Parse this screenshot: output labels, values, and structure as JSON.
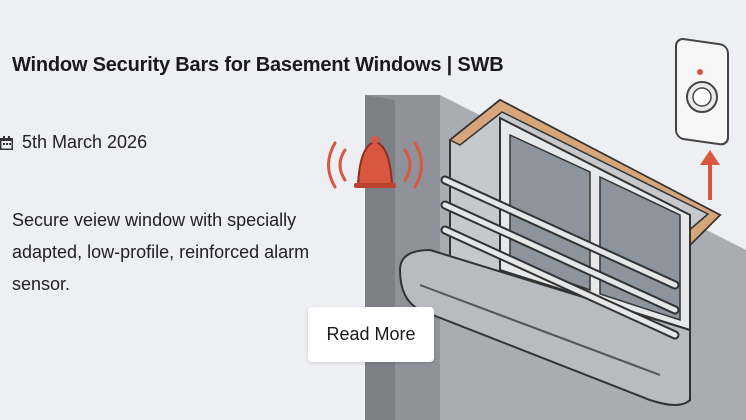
{
  "post": {
    "title": "Window Security Bars for Basement Windows | SWB",
    "date": "5th March 2026",
    "description": "Secure veiew window with specially adapted, low-profile, reinforced alarm sensor.",
    "read_more_label": "Read More"
  },
  "icons": {
    "date": "calendar-icon",
    "alarm": "alarm-bell-icon",
    "sensor": "alarm-sensor-icon"
  },
  "colors": {
    "background": "#eeeff2",
    "wall": "#9fa2a8",
    "accent": "#d9573f",
    "frame": "#d7a57a"
  }
}
